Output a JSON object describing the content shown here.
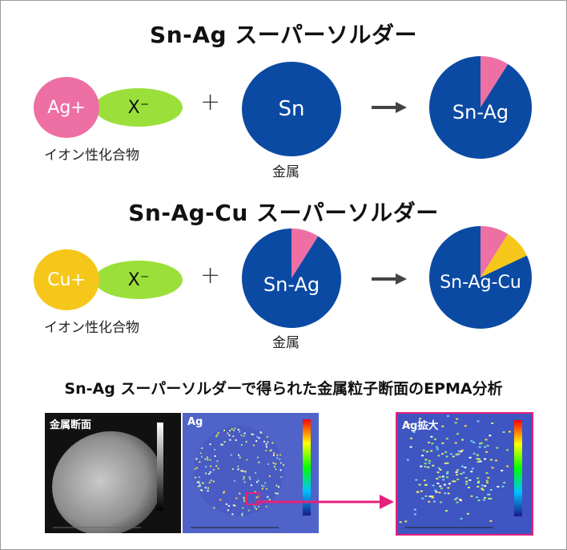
{
  "row1": {
    "title": "Sn-Ag スーパーソルダー",
    "ion_left": "Ag+",
    "ion_right": "X⁻",
    "ion_caption": "イオン性化合物",
    "plus": "+",
    "metal_label": "Sn",
    "metal_caption": "金属",
    "result_label": "Sn-Ag",
    "result_slices": [
      {
        "name": "Ag",
        "fraction": 0.09,
        "color": "#ee6fa4"
      },
      {
        "name": "Sn",
        "fraction": 0.91,
        "color": "#0b4aa3"
      }
    ]
  },
  "row2": {
    "title": "Sn-Ag-Cu スーパーソルダー",
    "ion_left": "Cu+",
    "ion_right": "X⁻",
    "ion_caption": "イオン性化合物",
    "plus": "+",
    "metal_label": "Sn-Ag",
    "metal_caption": "金属",
    "metal_slices": [
      {
        "name": "Ag",
        "fraction": 0.09,
        "color": "#ee6fa4"
      },
      {
        "name": "Sn",
        "fraction": 0.91,
        "color": "#0b4aa3"
      }
    ],
    "result_label": "Sn-Ag-Cu",
    "result_slices": [
      {
        "name": "Ag",
        "fraction": 0.09,
        "color": "#ee6fa4"
      },
      {
        "name": "Cu",
        "fraction": 0.09,
        "color": "#f5c71a"
      },
      {
        "name": "Sn",
        "fraction": 0.82,
        "color": "#0b4aa3"
      }
    ]
  },
  "epma": {
    "caption": "Sn-Ag スーパーソルダーで得られた金属粒子断面のEPMA分析",
    "panels": [
      {
        "label": "金属断面"
      },
      {
        "label": "Ag"
      },
      {
        "label": "Ag拡大"
      }
    ]
  },
  "colors": {
    "pink": "#ee6fa4",
    "green": "#9be03a",
    "yellow": "#f5c71a",
    "blue": "#0b4aa3",
    "magenta": "#e6207e"
  }
}
